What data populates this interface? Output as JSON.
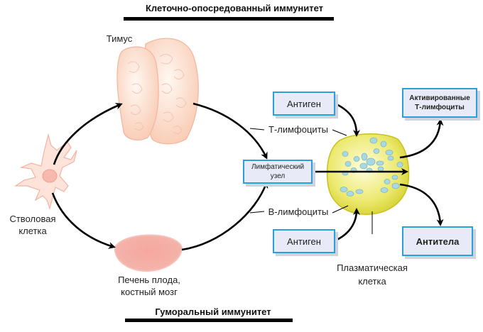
{
  "headings": {
    "cell_mediated": "Клеточно-опосредованный иммунитет",
    "humoral": "Гуморальный иммунитет"
  },
  "labels": {
    "thymus": "Тимус",
    "stem_cell_line1": "Стволовая",
    "stem_cell_line2": "клетка",
    "fetal_liver_line1": "Печень плода,",
    "fetal_liver_line2": "костный мозг",
    "t_lymphocytes": "Т-лимфоциты",
    "b_lymphocytes": "В-лимфоциты",
    "plasma_cell_line1": "Плазматическая",
    "plasma_cell_line2": "клетка"
  },
  "boxes": {
    "lymph_node_line1": "Лимфатический",
    "lymph_node_line2": "узел",
    "antigen_top": "Антиген",
    "antigen_bottom": "Антиген",
    "activated_t_line1": "Активированные",
    "activated_t_line2": "Т-лимфоциты",
    "antibodies": "Антитела"
  },
  "colors": {
    "box_border": "#2aa0da",
    "box_fill": "#e8ebf7",
    "thymus_fill": "#fbd9c8",
    "liver_fill": "#f5a9a0",
    "plasma_fill": "#e6e36a",
    "vesicle_fill": "#a9d8e0"
  }
}
